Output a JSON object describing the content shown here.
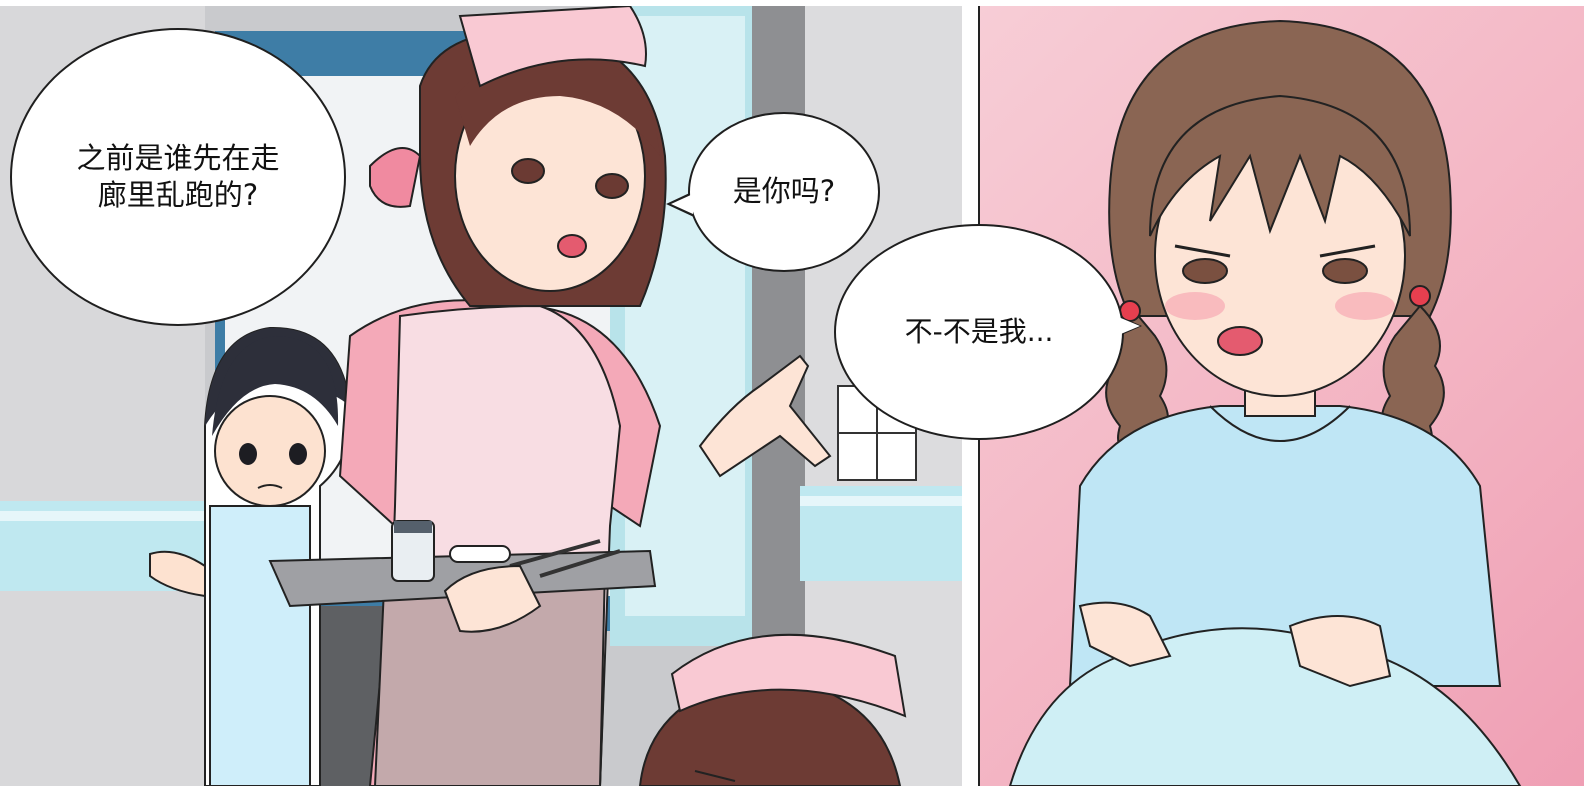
{
  "dialogue": {
    "bubble_1_line_1": "之前是谁先在走",
    "bubble_1_line_2": "廊里乱跑的?",
    "bubble_2": "是你吗?",
    "bubble_3": "不-不是我..."
  },
  "colors": {
    "nurse_uniform": "#f4a9b8",
    "apron": "#f8dde3",
    "wall_gray": "#d9d9db",
    "hospital_gown": "#bfe6f5",
    "right_panel_bg": "#f3b3c2"
  }
}
